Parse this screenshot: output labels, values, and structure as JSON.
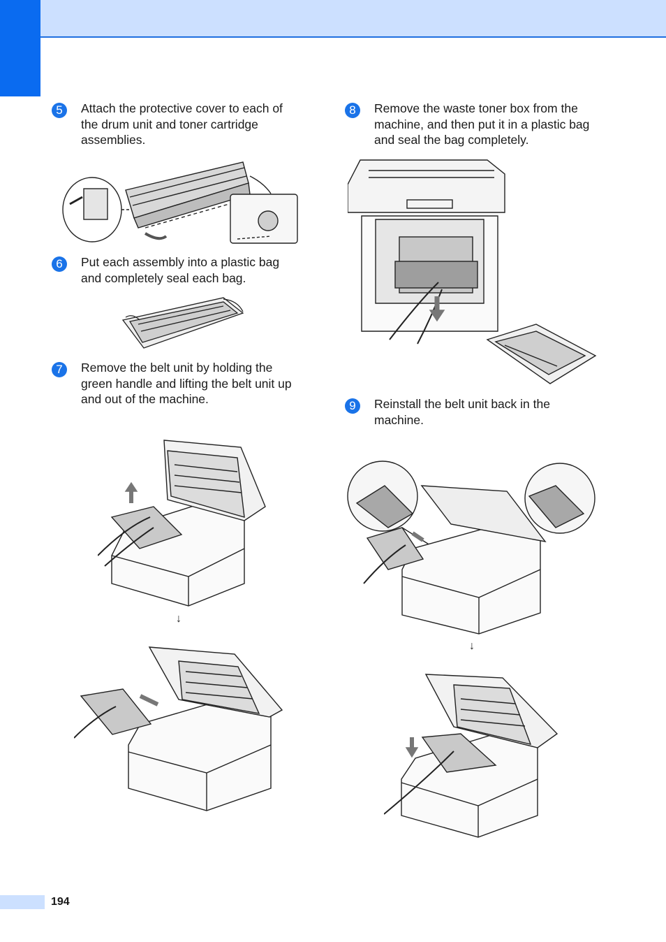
{
  "steps": [
    {
      "number": "5",
      "text_lines": [
        "Attach the protective cover to each of",
        "the drum unit and toner cartridge",
        "assemblies."
      ]
    },
    {
      "number": "6",
      "text_lines": [
        "Put each assembly into a plastic bag",
        "and completely seal each bag."
      ]
    },
    {
      "number": "7",
      "text_lines": [
        "Remove the belt unit by holding the",
        "green handle and lifting the belt unit up",
        "and out of the machine."
      ]
    },
    {
      "number": "8",
      "text_lines": [
        "Remove the waste toner box from the",
        "machine, and then put it in a plastic bag",
        "and seal the bag completely."
      ]
    },
    {
      "number": "9",
      "text_lines": [
        "Reinstall the belt unit back in the",
        "machine."
      ]
    }
  ],
  "flow_arrows": [
    "↓",
    "↓"
  ],
  "page_number": "194",
  "colors": {
    "accent": "#0a6bf0",
    "header_band": "#cce0ff",
    "step_badge": "#1a73e8"
  }
}
